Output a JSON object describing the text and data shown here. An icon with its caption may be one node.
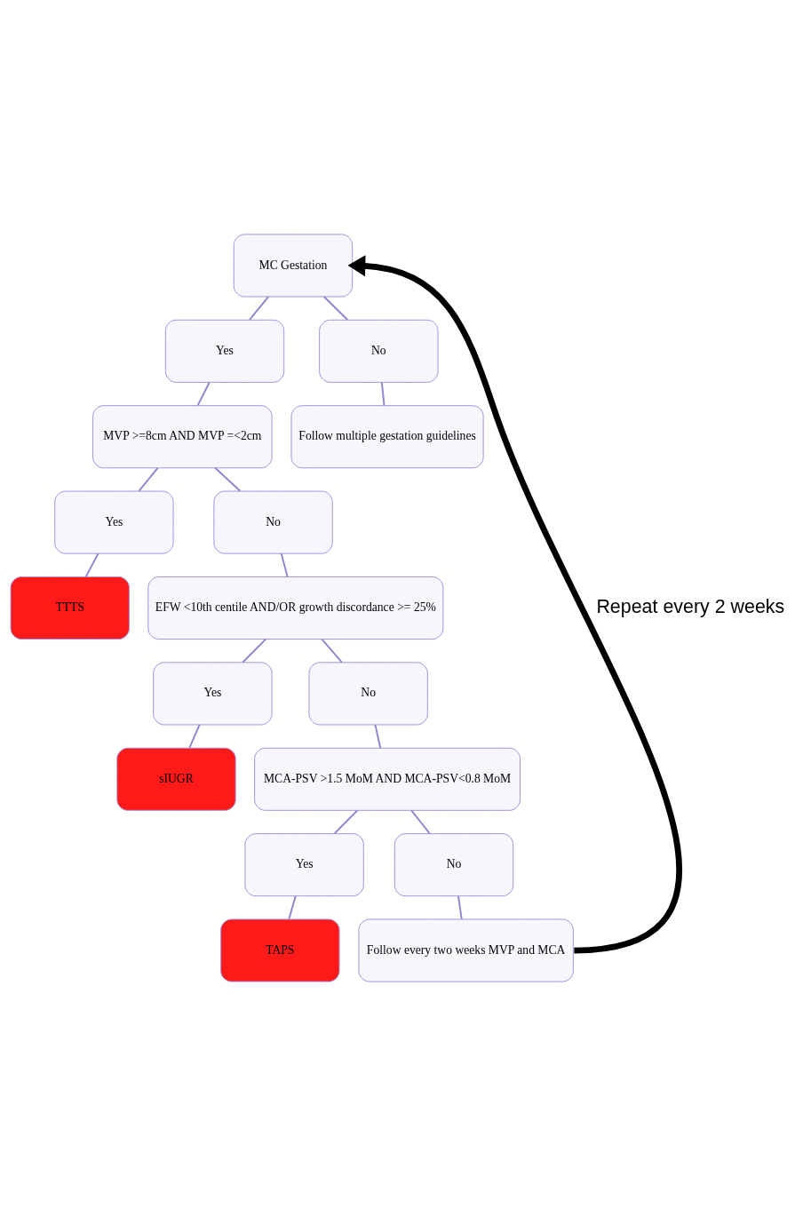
{
  "diagram": {
    "nodes": [
      {
        "text": [
          "MC Gestation"
        ]
      },
      {
        "text": [
          "Yes"
        ]
      },
      {
        "text": [
          "No"
        ]
      },
      {
        "text": [
          "MVP >=8cm AND MVP =<2cm"
        ]
      },
      {
        "text": [
          "Follow multiple gestation guidelines"
        ]
      },
      {
        "text": [
          "Yes"
        ]
      },
      {
        "text": [
          "No"
        ]
      },
      {
        "text": [
          "TTTS"
        ]
      },
      {
        "text": [
          "EFW <10th centile AND/OR growth discordance >= 25%"
        ]
      },
      {
        "text": [
          "Yes"
        ]
      },
      {
        "text": [
          "No"
        ]
      },
      {
        "text": [
          "sIUGR"
        ]
      },
      {
        "text": [
          "MCA-PSV >1.5 MoM AND MCA-PSV<0.8 MoM"
        ]
      },
      {
        "text": [
          "Yes"
        ]
      },
      {
        "text": [
          "No"
        ]
      },
      {
        "text": [
          "TAPS"
        ]
      },
      {
        "text": [
          "Follow every two weeks MVP and MCA"
        ]
      }
    ],
    "edges": [
      {
        "from": 0,
        "to": 1,
        "arrow": "none"
      },
      {
        "from": 0,
        "to": 2,
        "arrow": "none"
      },
      {
        "from": 1,
        "to": 3,
        "arrow": "none"
      },
      {
        "from": 2,
        "to": 4,
        "arrow": "none"
      },
      {
        "from": 3,
        "to": 5,
        "arrow": "none"
      },
      {
        "from": 3,
        "to": 6,
        "arrow": "none"
      },
      {
        "from": 5,
        "to": 7,
        "arrow": "none"
      },
      {
        "from": 6,
        "to": 8,
        "arrow": "none"
      },
      {
        "from": 8,
        "to": 9,
        "arrow": "none"
      },
      {
        "from": 8,
        "to": 10,
        "arrow": "none"
      },
      {
        "from": 9,
        "to": 11,
        "arrow": "none"
      },
      {
        "from": 10,
        "to": 12,
        "arrow": "none"
      },
      {
        "from": 12,
        "to": 13,
        "arrow": "none"
      },
      {
        "from": 12,
        "to": 14,
        "arrow": "none"
      },
      {
        "from": 13,
        "to": 15,
        "arrow": "none"
      },
      {
        "from": 14,
        "to": 16,
        "arrow": "none"
      },
      {
        "from": 16,
        "to": 0,
        "arrow": "to",
        "label": "Repeat every 2 weeks",
        "style": "thick",
        "color": "#000000"
      }
    ]
  }
}
